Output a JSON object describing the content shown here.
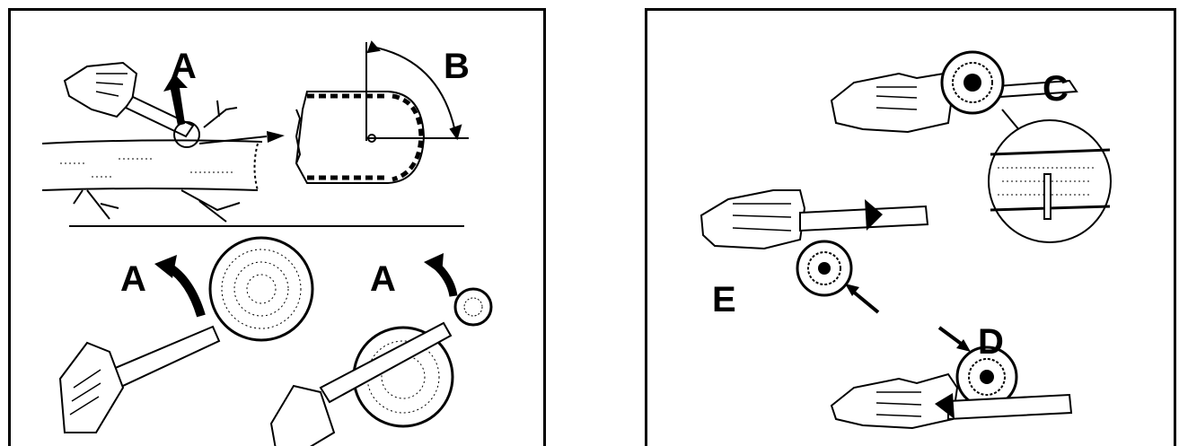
{
  "left_panel": {
    "top_labels": {
      "a": "A",
      "b": "B"
    },
    "bottom_labels": {
      "a_left": "A",
      "a_right": "A"
    }
  },
  "right_panel": {
    "labels": {
      "c": "C",
      "d": "D",
      "e": "E"
    }
  },
  "colors": {
    "ink": "#000000",
    "paper": "#ffffff"
  }
}
